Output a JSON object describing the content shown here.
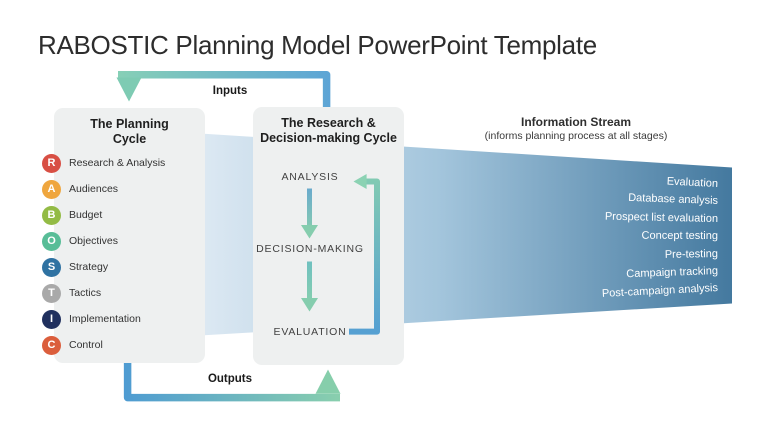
{
  "slide": {
    "title": "RABOSTIC Planning Model PowerPoint Template"
  },
  "flow": {
    "inputs_label": "Inputs",
    "outputs_label": "Outputs"
  },
  "planning_cycle": {
    "title_line1": "The Planning",
    "title_line2": "Cycle",
    "items": [
      {
        "letter": "R",
        "label": "Research & Analysis",
        "color": "#D84F44"
      },
      {
        "letter": "A",
        "label": "Audiences",
        "color": "#EFA63E"
      },
      {
        "letter": "B",
        "label": "Budget",
        "color": "#93BB45"
      },
      {
        "letter": "O",
        "label": "Objectives",
        "color": "#58BD97"
      },
      {
        "letter": "S",
        "label": "Strategy",
        "color": "#2F72A2"
      },
      {
        "letter": "T",
        "label": "Tactics",
        "color": "#A9A9A9"
      },
      {
        "letter": "I",
        "label": "Implementation",
        "color": "#20305E"
      },
      {
        "letter": "C",
        "label": "Control",
        "color": "#DB5E3C"
      }
    ]
  },
  "research_cycle": {
    "title_line1": "The Research &",
    "title_line2": "Decision-making Cycle",
    "steps": [
      {
        "label": "ANALYSIS"
      },
      {
        "label": "DECISION-MAKING"
      },
      {
        "label": "EVALUATION"
      }
    ]
  },
  "information_stream": {
    "title": "Information Stream",
    "subtitle": "(informs planning process at all stages)",
    "items": [
      {
        "label": "Evaluation"
      },
      {
        "label": "Database analysis"
      },
      {
        "label": "Prospect list evaluation"
      },
      {
        "label": "Concept testing"
      },
      {
        "label": "Pre-testing"
      },
      {
        "label": "Campaign tracking"
      },
      {
        "label": "Post-campaign analysis"
      }
    ],
    "gradient_start": "#DDE9F3",
    "gradient_end": "#44799F"
  },
  "colors": {
    "arrow_teal": "#84CDB2",
    "arrow_blue": "#5AA2D4",
    "panel_bg": "#EEF0F0"
  }
}
